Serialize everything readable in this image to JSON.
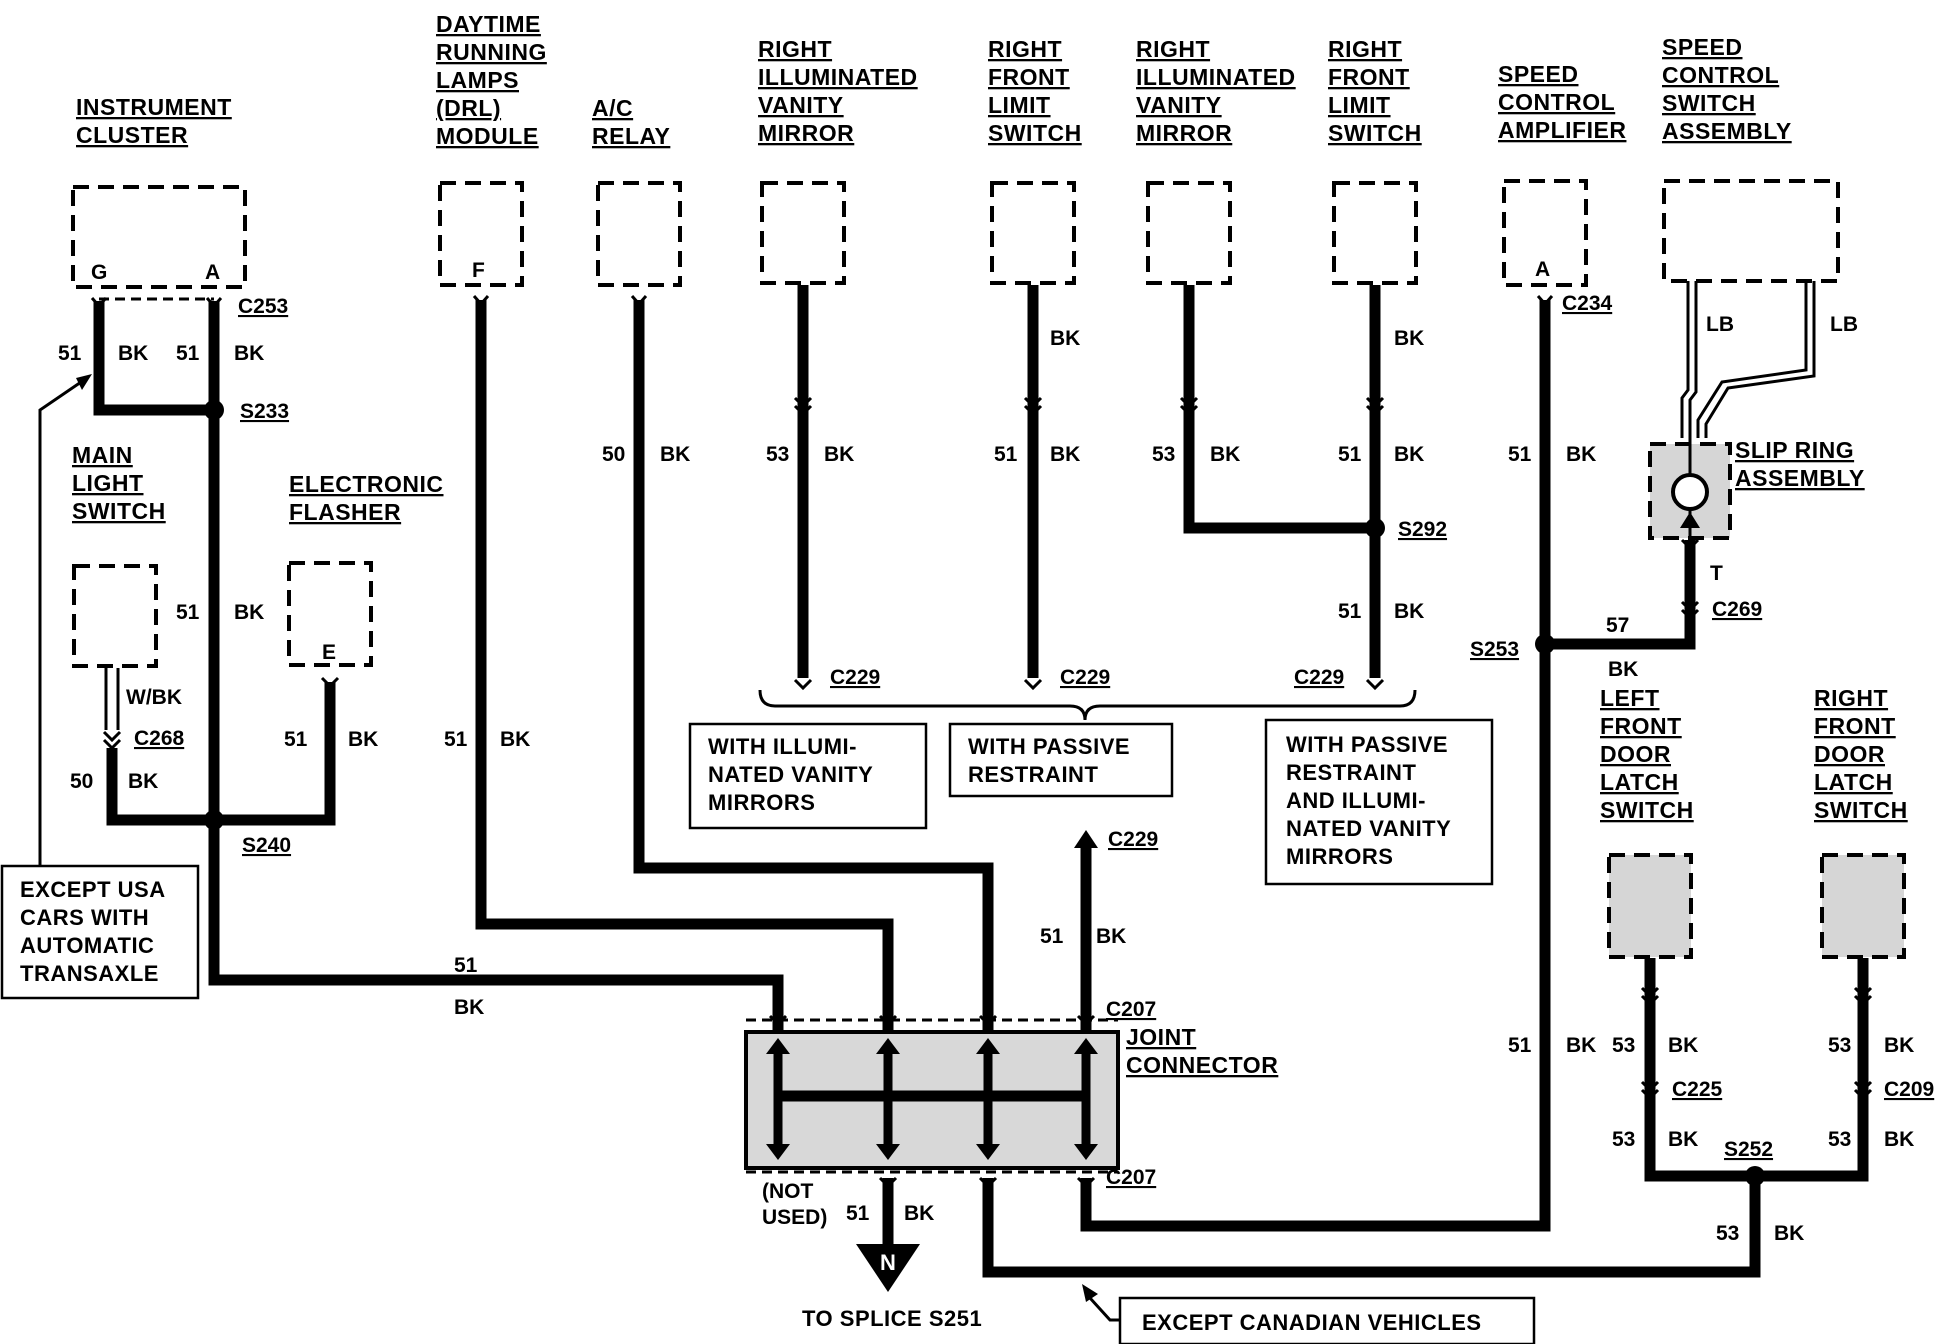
{
  "components": {
    "instrument_cluster": [
      "INSTRUMENT",
      "CLUSTER"
    ],
    "drl_module": [
      "DAYTIME",
      "RUNNING",
      "LAMPS",
      "(DRL)",
      "MODULE"
    ],
    "ac_relay": [
      "A/C",
      "RELAY"
    ],
    "right_vanity_mirror_1": [
      "RIGHT",
      "ILLUMINATED",
      "VANITY",
      "MIRROR"
    ],
    "right_front_limit_switch_1": [
      "RIGHT",
      "FRONT",
      "LIMIT",
      "SWITCH"
    ],
    "right_vanity_mirror_2": [
      "RIGHT",
      "ILLUMINATED",
      "VANITY",
      "MIRROR"
    ],
    "right_front_limit_switch_2": [
      "RIGHT",
      "FRONT",
      "LIMIT",
      "SWITCH"
    ],
    "speed_control_amplifier": [
      "SPEED",
      "CONTROL",
      "AMPLIFIER"
    ],
    "speed_control_switch": [
      "SPEED",
      "CONTROL",
      "SWITCH",
      "ASSEMBLY"
    ],
    "main_light_switch": [
      "MAIN",
      "LIGHT",
      "SWITCH"
    ],
    "electronic_flasher": [
      "ELECTRONIC",
      "FLASHER"
    ],
    "slip_ring": [
      "SLIP RING",
      "ASSEMBLY"
    ],
    "left_door_latch": [
      "LEFT",
      "FRONT",
      "DOOR",
      "LATCH",
      "SWITCH"
    ],
    "right_door_latch": [
      "RIGHT",
      "FRONT",
      "DOOR",
      "LATCH",
      "SWITCH"
    ],
    "joint_connector": [
      "JOINT",
      "CONNECTOR"
    ]
  },
  "pins": {
    "g": "G",
    "a1": "A",
    "f": "F",
    "e": "E",
    "a2": "A"
  },
  "connectors": {
    "c253": "C253",
    "c234": "C234",
    "c268": "C268",
    "c269": "C269",
    "c229": "C229",
    "c207": "C207",
    "c225": "C225",
    "c209": "C209"
  },
  "splices": {
    "s233": "S233",
    "s240": "S240",
    "s292": "S292",
    "s253": "S253",
    "s252": "S252"
  },
  "wire": {
    "n50": "50",
    "n51": "51",
    "n53": "53",
    "n57": "57",
    "bk": "BK",
    "lb": "LB",
    "t": "T",
    "wbk": "W/BK"
  },
  "notes": {
    "except_usa": [
      "EXCEPT USA",
      "CARS WITH",
      "AUTOMATIC",
      "TRANSAXLE"
    ],
    "vanity": [
      "WITH ILLUMI-",
      "NATED VANITY",
      "MIRRORS"
    ],
    "passive": [
      "WITH PASSIVE",
      "RESTRAINT"
    ],
    "passive_vanity": [
      "WITH PASSIVE",
      "RESTRAINT",
      "AND ILLUMI-",
      "NATED VANITY",
      "MIRRORS"
    ],
    "except_canadian": "EXCEPT CANADIAN VEHICLES",
    "not_used": [
      "(NOT",
      "USED)"
    ],
    "to_splice": "TO SPLICE S251",
    "ground_symbol": "N"
  }
}
